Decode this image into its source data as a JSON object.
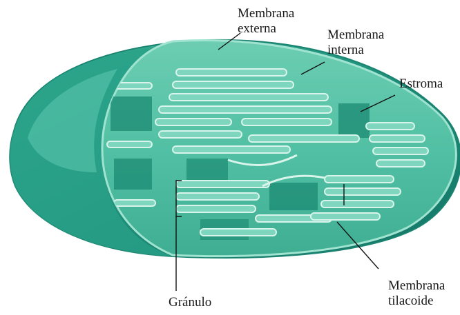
{
  "figure": {
    "colors": {
      "outer_membrane": "#1f8f7a",
      "stroma": "#52c0a4",
      "stroma_dark": "#2e9c86",
      "grana": "#1e8d75",
      "thylakoid_lumen": "#7ed6bf",
      "thylakoid_edge": "#d9f4ea",
      "leader_line": "#111111"
    },
    "labels": {
      "outer_membrane": {
        "line1": "Membrana",
        "line2": "externa"
      },
      "inner_membrane": {
        "line1": "Membrana",
        "line2": "interna"
      },
      "stroma": {
        "line1": "Estroma"
      },
      "granum": {
        "line1": "Gránulo"
      },
      "thylakoid_membrane": {
        "line1": "Membrana",
        "line2": "tilacoide"
      }
    }
  }
}
